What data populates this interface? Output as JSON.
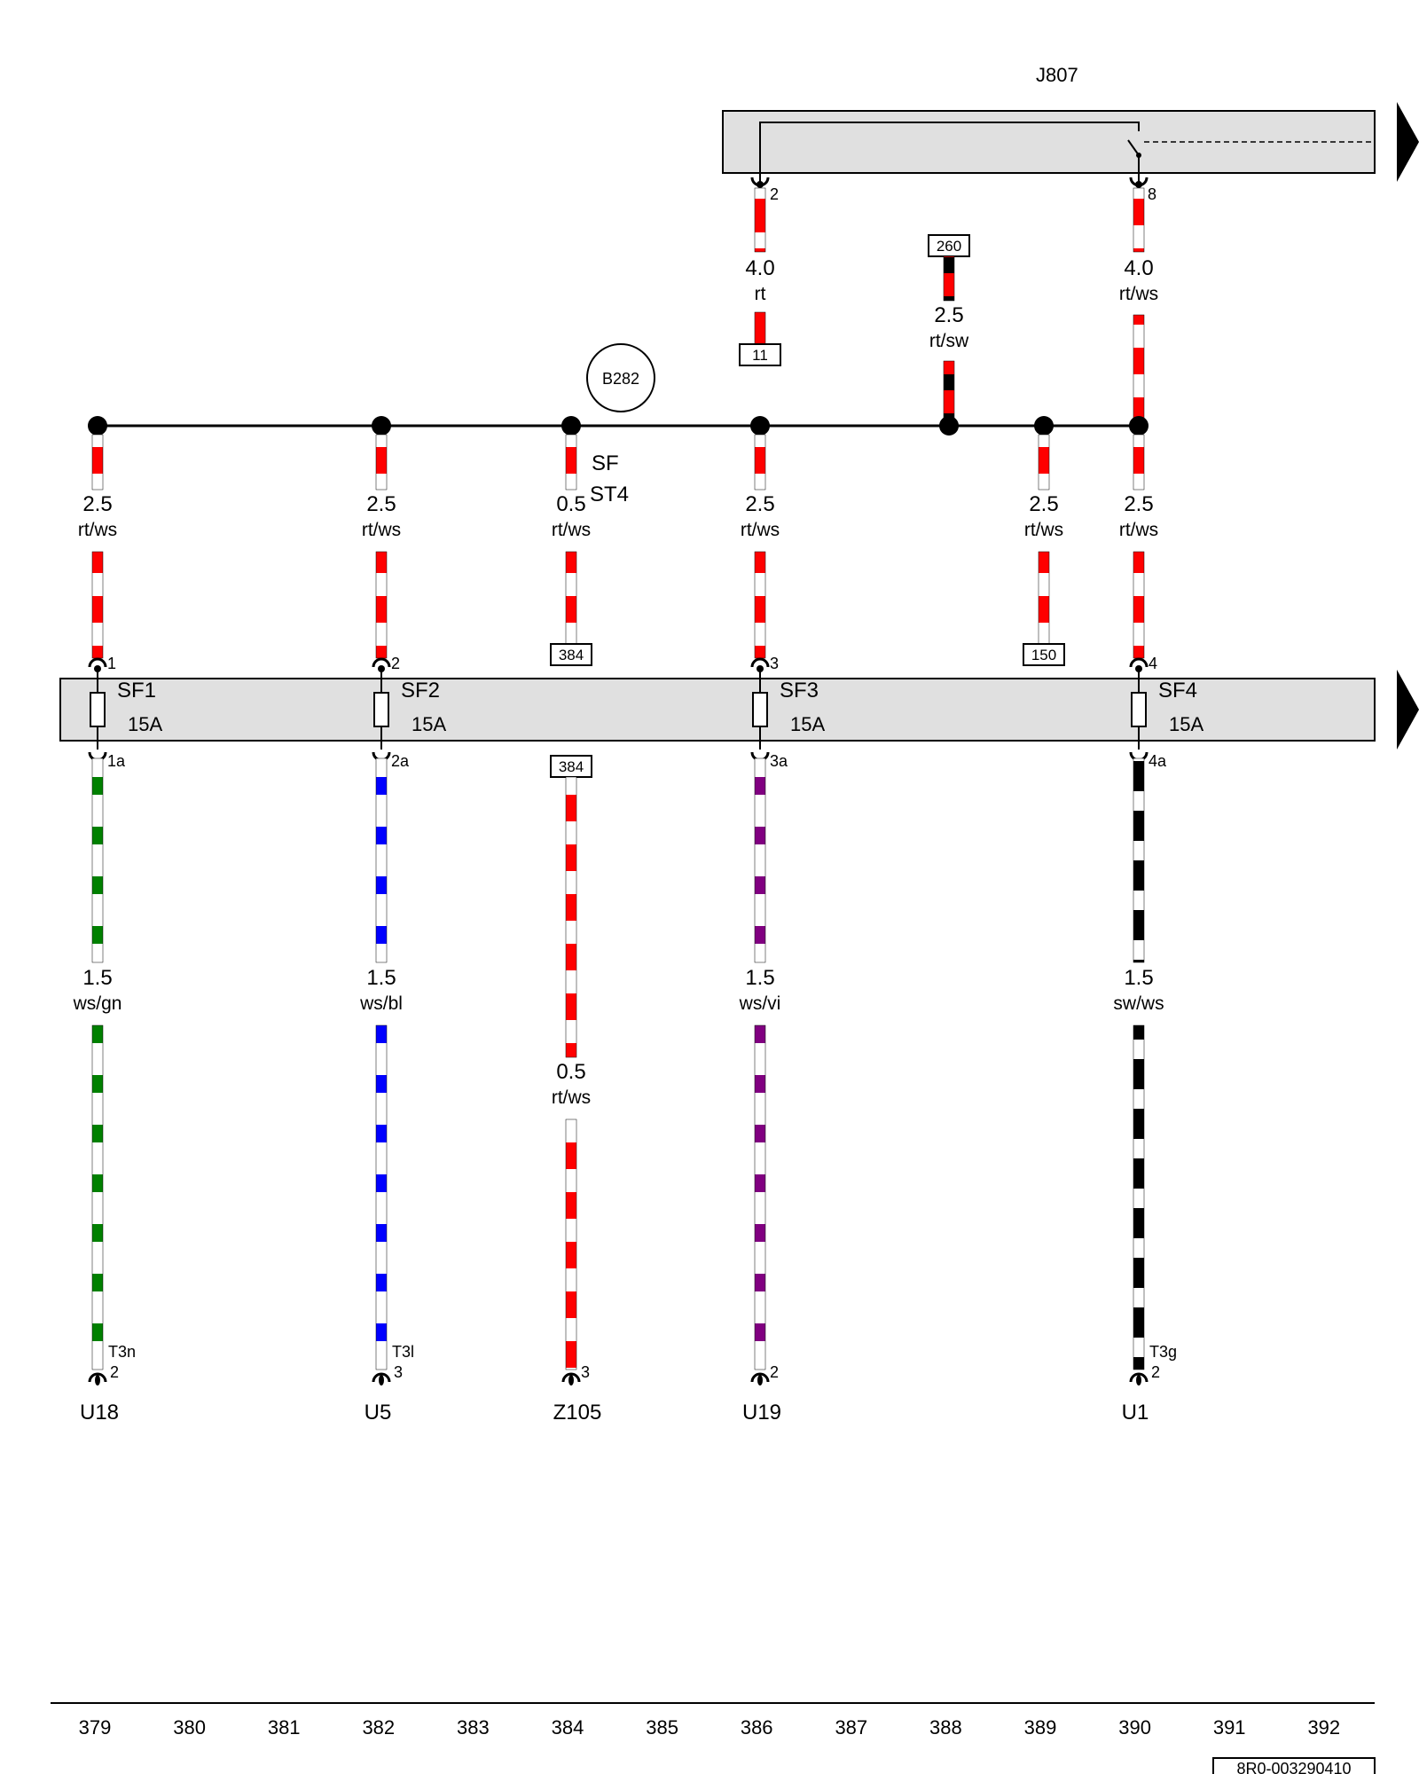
{
  "component_top": "J807",
  "component_circle": "B282",
  "fuse_group_label_1": "SF",
  "fuse_group_label_2": "ST4",
  "fuses": [
    {
      "name": "SF1",
      "rating": "15A",
      "pin_in": "1",
      "pin_out": "1a"
    },
    {
      "name": "SF2",
      "rating": "15A",
      "pin_in": "2",
      "pin_out": "2a"
    },
    {
      "name": "SF3",
      "rating": "15A",
      "pin_in": "3",
      "pin_out": "3a"
    },
    {
      "name": "SF4",
      "rating": "15A",
      "pin_in": "4",
      "pin_out": "4a"
    }
  ],
  "top_wires": [
    {
      "size": "4.0",
      "color": "rt",
      "pin": "2",
      "ref": "11"
    },
    {
      "size": "2.5",
      "color": "rt/sw",
      "ref": "260"
    },
    {
      "size": "4.0",
      "color": "rt/ws",
      "pin": "8"
    }
  ],
  "bus_wires": [
    {
      "size": "2.5",
      "color": "rt/ws"
    },
    {
      "size": "2.5",
      "color": "rt/ws"
    },
    {
      "size": "0.5",
      "color": "rt/ws",
      "ref": "384"
    },
    {
      "size": "2.5",
      "color": "rt/ws"
    },
    {
      "size": "2.5",
      "color": "rt/ws",
      "ref": "150"
    },
    {
      "size": "2.5",
      "color": "rt/ws"
    }
  ],
  "lower_wires": [
    {
      "size": "1.5",
      "color": "ws/gn",
      "connector": "T3n",
      "pin": "2",
      "component": "U18"
    },
    {
      "size": "1.5",
      "color": "ws/bl",
      "connector": "T3l",
      "pin": "3",
      "component": "U5"
    },
    {
      "size": "0.5",
      "color": "rt/ws",
      "ref": "384",
      "pin": "3",
      "component": "Z105"
    },
    {
      "size": "1.5",
      "color": "ws/vi",
      "pin": "2",
      "component": "U19"
    },
    {
      "size": "1.5",
      "color": "sw/ws",
      "connector": "T3g",
      "pin": "2",
      "component": "U1"
    }
  ],
  "ruler": [
    "379",
    "380",
    "381",
    "382",
    "383",
    "384",
    "385",
    "386",
    "387",
    "388",
    "389",
    "390",
    "391",
    "392"
  ],
  "doc_code": "8R0-003290410",
  "colors": {
    "red": "#ff0000",
    "green": "#008000",
    "blue": "#0000ff",
    "violet": "#800080",
    "black": "#000000",
    "panel": "#e0e0e0"
  }
}
